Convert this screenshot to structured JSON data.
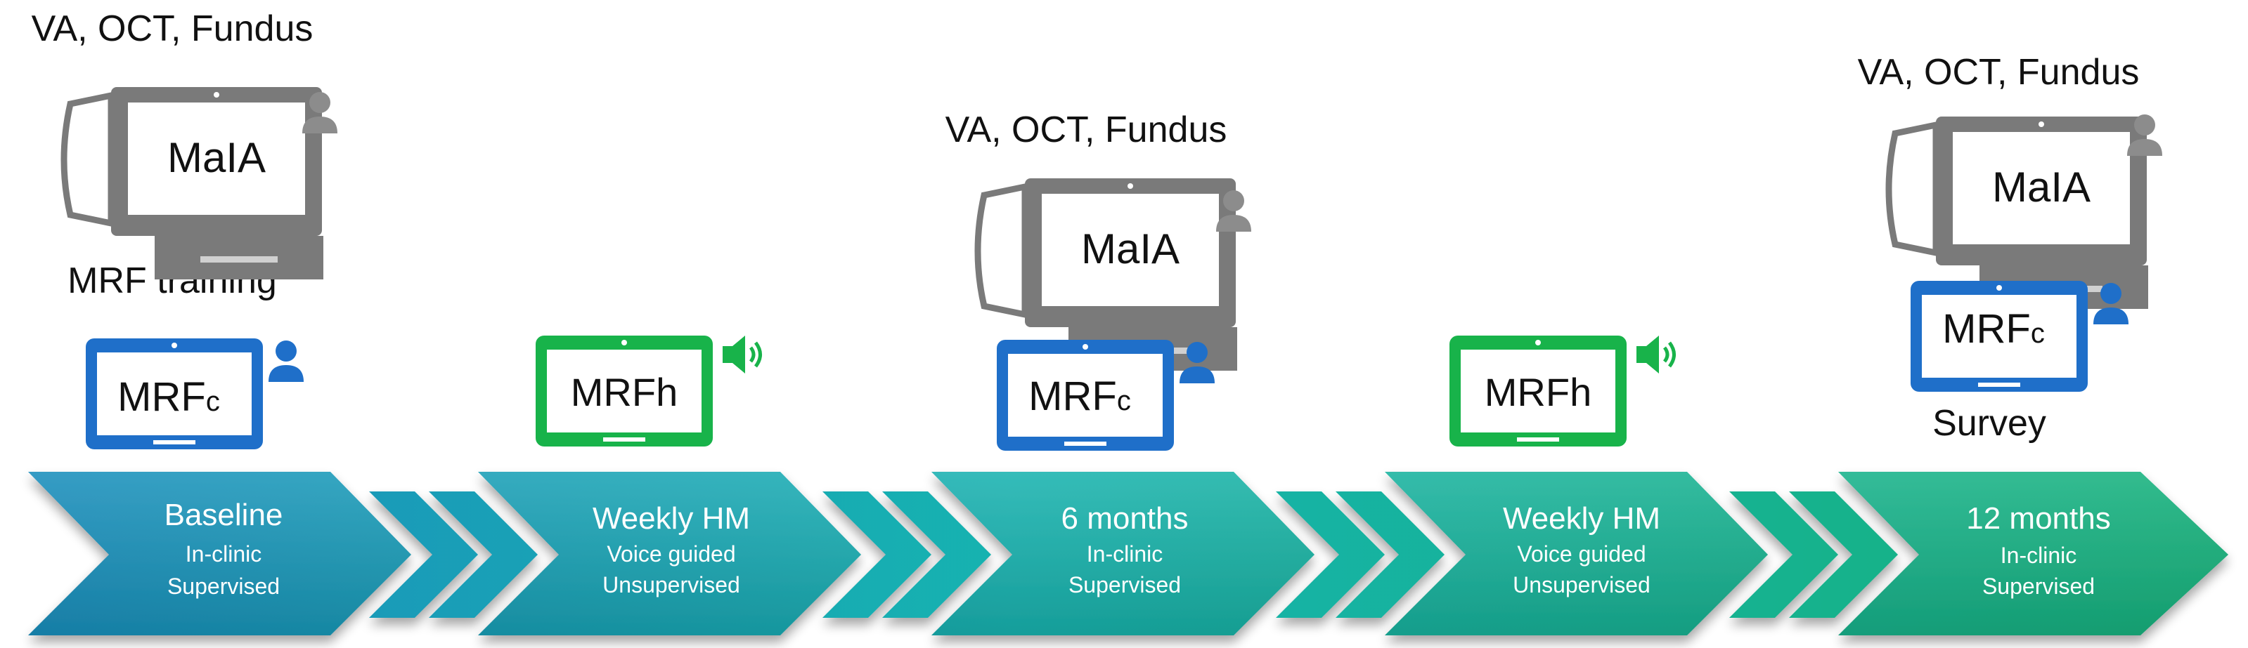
{
  "colors": {
    "arrow_start": "#1a8dbd",
    "arrow_end": "#17b27a",
    "monitor_gray": "#7a7a7a",
    "tablet_blue": "#1f6fc9",
    "tablet_green": "#18b34a",
    "person_blue": "#1f6fc9",
    "person_gray": "#8c8c8c",
    "speaker_green": "#18b34a"
  },
  "icons": {
    "monitor": "computer-monitor-icon",
    "tablet": "tablet-icon",
    "person": "person-icon",
    "speaker": "speaker-icon"
  },
  "labels": {
    "exam_1": "VA, OCT, Fundus",
    "exam_2": "VA, OCT, Fundus",
    "exam_3": "VA, OCT, Fundus",
    "mrf_training": "MRF training",
    "survey": "Survey"
  },
  "devices": {
    "maia_1": "MaIA",
    "maia_2": "MaIA",
    "maia_3": "MaIA",
    "mrfc_1_main": "MRF",
    "mrfc_1_sub": "c",
    "mrfh_1": "MRFh",
    "mrfc_2_main": "MRF",
    "mrfc_2_sub": "c",
    "mrfh_2": "MRFh",
    "mrfc_3_main": "MRF",
    "mrfc_3_sub": "c"
  },
  "stages": [
    {
      "title": "Baseline",
      "line1": "In-clinic",
      "line2": "Supervised"
    },
    {
      "title": "Weekly HM",
      "line1": "Voice guided",
      "line2": "Unsupervised"
    },
    {
      "title": "6 months",
      "line1": "In-clinic",
      "line2": "Supervised"
    },
    {
      "title": "Weekly HM",
      "line1": "Voice guided",
      "line2": "Unsupervised"
    },
    {
      "title": "12 months",
      "line1": "In-clinic",
      "line2": "Supervised"
    }
  ]
}
